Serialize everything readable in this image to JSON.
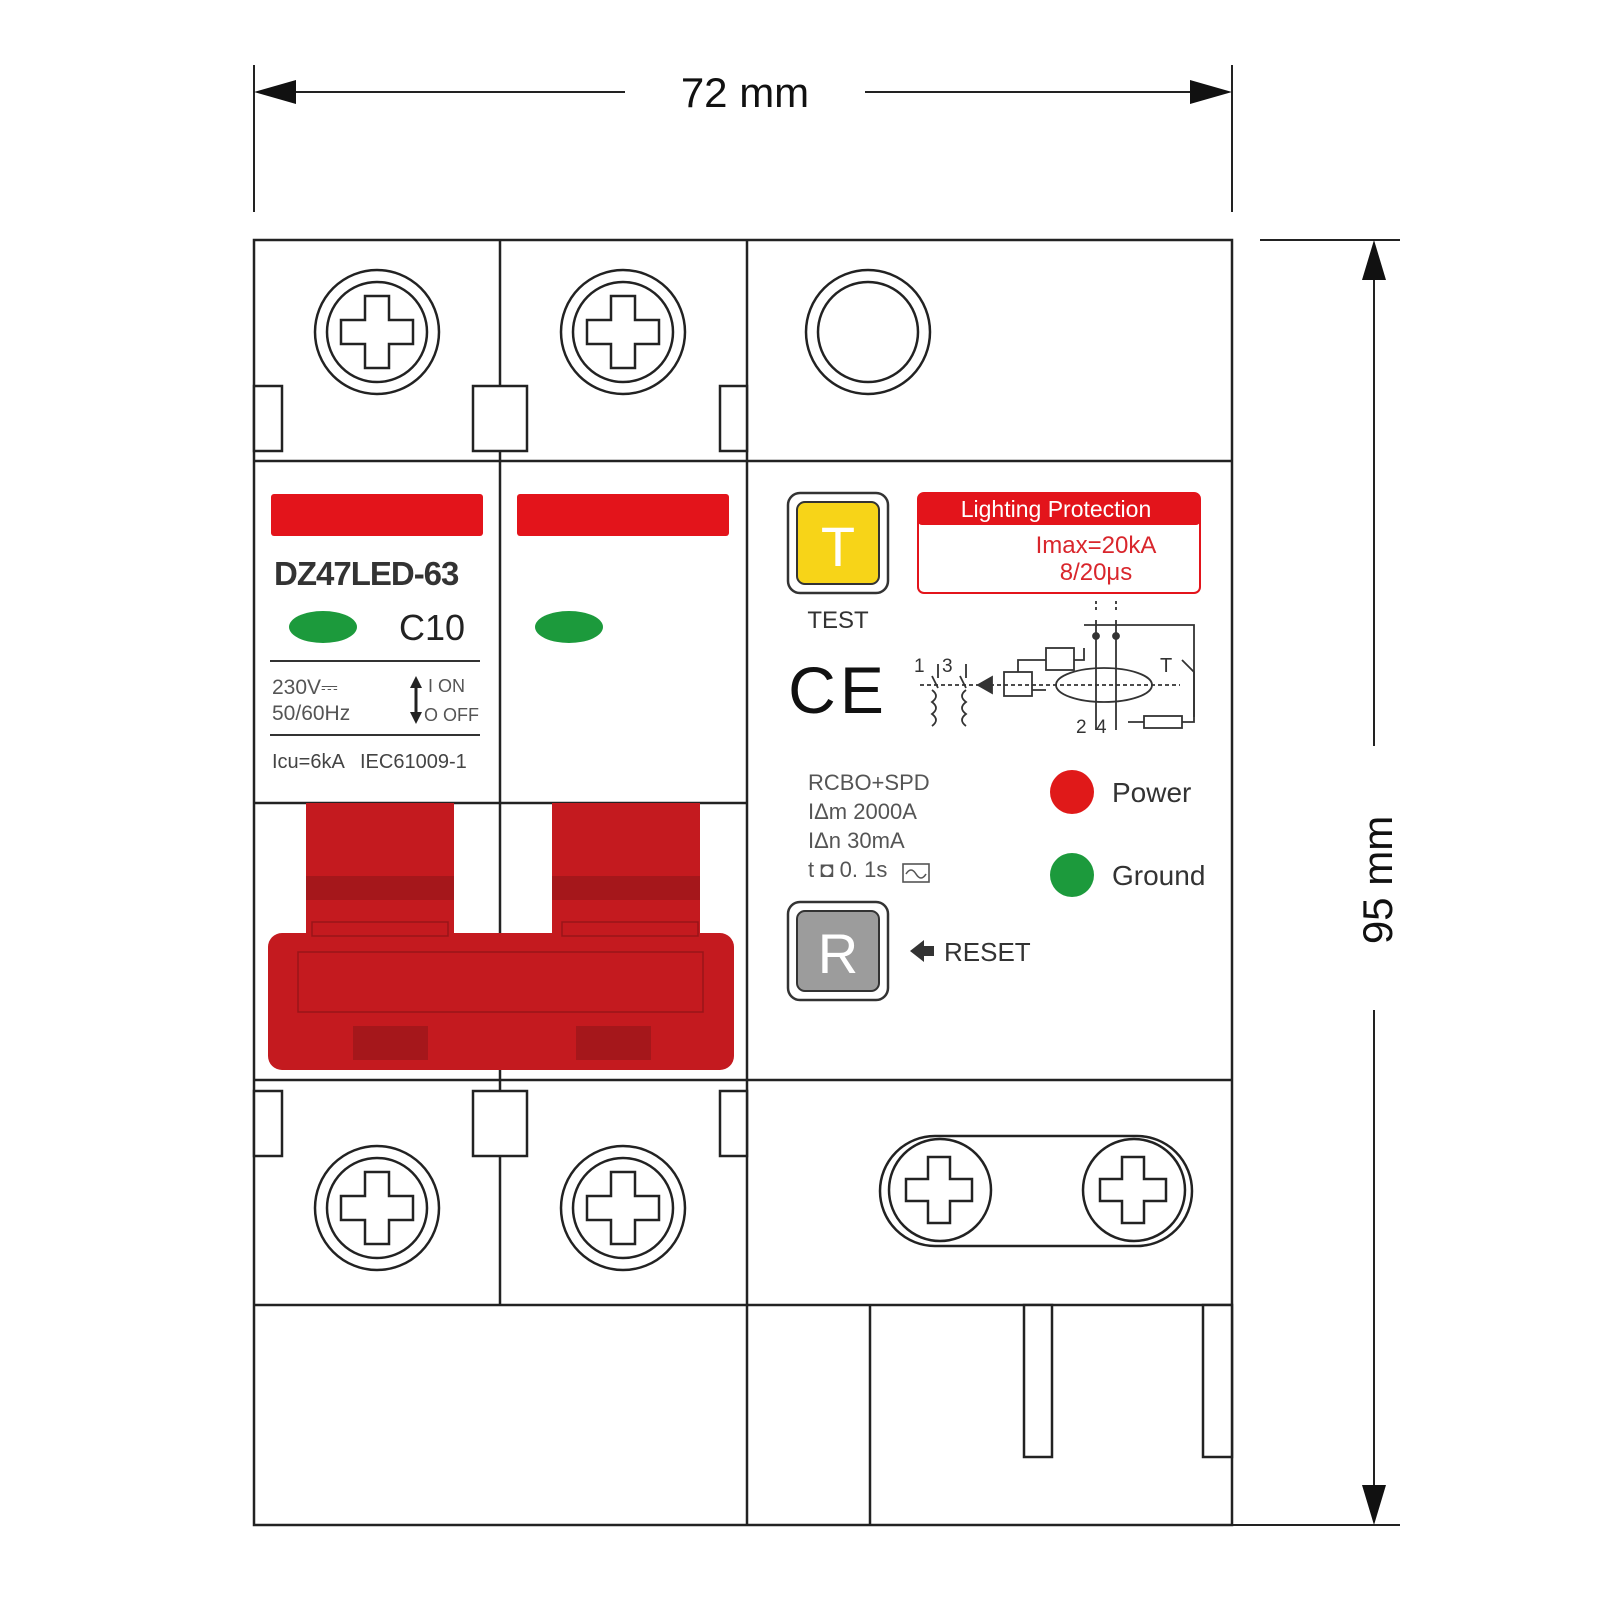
{
  "dimensions": {
    "width_label": "72 mm",
    "height_label": "95 mm"
  },
  "pole_module": {
    "model": "DZ47LED-63",
    "curve_rating": "C10",
    "voltage": "230V⎓",
    "frequency": "50/60Hz",
    "on_label": "I  ON",
    "off_label": "O OFF",
    "icu_spec": "Icu=6kA",
    "standard": "IEC61009-1"
  },
  "rcd_module": {
    "test_button_glyph": "T",
    "test_label": "TEST",
    "ce_mark": "CE",
    "lighting_box": {
      "title": "Lighting Protection",
      "imax": "Imax=20kA",
      "waveform": "8/20μs"
    },
    "schematic_labels": {
      "top_left": "1",
      "top_mid": "3",
      "bottom_left": "2",
      "bottom_right": "4",
      "test": "T"
    },
    "specs": [
      "RCBO+SPD",
      "IΔm 2000A",
      "IΔn 30mA",
      "t ◘ 0. 1s"
    ],
    "indicators": [
      {
        "label": "Power",
        "color": "#e01919"
      },
      {
        "label": "Ground",
        "color": "#1c9a3c"
      }
    ],
    "reset_button_glyph": "R",
    "reset_label": "RESET"
  },
  "colors": {
    "red_accent": "#e3141b",
    "handle_red": "#c41a1f",
    "green_led": "#1c9a3c",
    "test_yellow": "#f7d418",
    "reset_gray": "#9c9c9c",
    "outline": "#222222"
  }
}
